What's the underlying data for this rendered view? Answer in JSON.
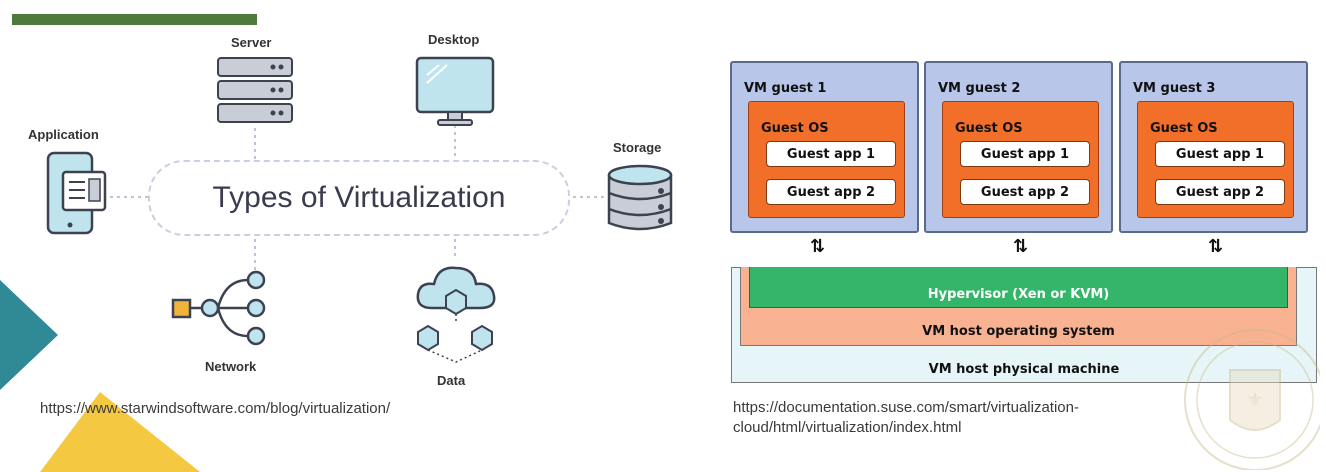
{
  "left_diagram": {
    "center_label": "Types of Virtualization",
    "nodes": {
      "server": "Server",
      "desktop": "Desktop",
      "application": "Application",
      "storage": "Storage",
      "network": "Network",
      "data": "Data"
    },
    "source_url": "https://www.starwindsoftware.com/blog/virtualization/"
  },
  "right_diagram": {
    "guests": [
      {
        "title": "VM guest 1",
        "os": "Guest OS",
        "apps": [
          "Guest app 1",
          "Guest app 2"
        ]
      },
      {
        "title": "VM guest 2",
        "os": "Guest OS",
        "apps": [
          "Guest app 1",
          "Guest app 2"
        ]
      },
      {
        "title": "VM guest 3",
        "os": "Guest OS",
        "apps": [
          "Guest app 1",
          "Guest app 2"
        ]
      }
    ],
    "hypervisor": "Hypervisor (Xen or KVM)",
    "host_os": "VM host operating system",
    "host_machine": "VM host physical machine",
    "source_url_line1": "https://documentation.suse.com/smart/virtualization-",
    "source_url_line2": "cloud/html/virtualization/index.html"
  },
  "colors": {
    "accent_green": "#4e7a3e",
    "teal": "#2f8a96",
    "yellow": "#f5c842",
    "vm_blue": "#b8c6ea",
    "guest_os_orange": "#f26f2a",
    "hypervisor_green": "#34b66a",
    "host_os_salmon": "#f8b292",
    "host_phys_cyan": "#e6f6f8"
  },
  "icons": [
    "server-icon",
    "desktop-icon",
    "application-icon",
    "storage-icon",
    "network-icon",
    "data-icon",
    "seal-logo"
  ]
}
